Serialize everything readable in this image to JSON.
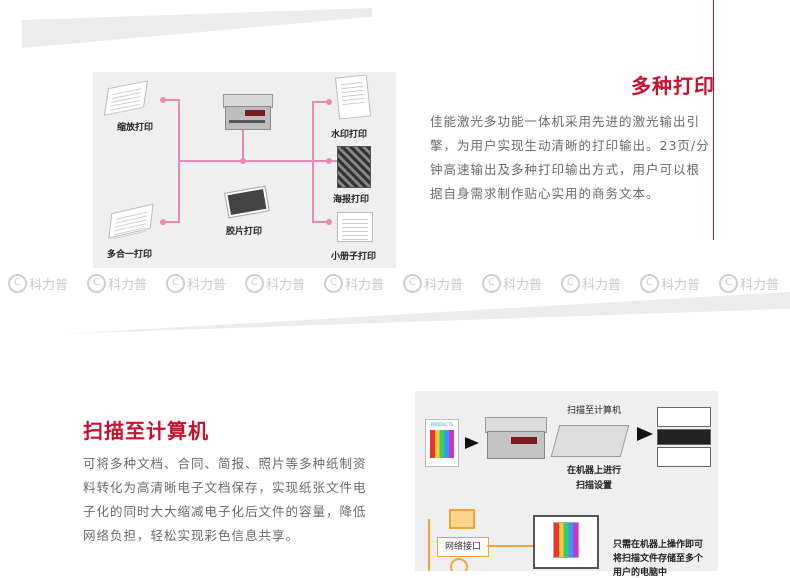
{
  "print_section": {
    "title": "多种打印",
    "description": "佳能激光多功能一体机采用先进的激光输出引擎，为用户实现生动清晰的打印输出。23页/分钟高速输出及多种打印输出方式，用户可以根据自身需求制作贴心实用的商务文本。",
    "diagram_labels": {
      "zoom_print": "缩放打印",
      "multi_up_print": "多合一打印",
      "photo_print": "胶片打印",
      "watermark_print": "水印打印",
      "poster_print": "海报打印",
      "booklet_print": "小册子打印"
    }
  },
  "watermark": {
    "text": "科力普",
    "count": 10
  },
  "scan_section": {
    "title": "扫描至计算机",
    "description": "可将多种文档、合同、简报、照片等多种纸制资料转化为高清晰电子文档保存，实现纸张文件电子化的同时大大缩减电子化后文件的容量，降低网络负担，轻松实现彩色信息共享。",
    "diagram_labels": {
      "scan_to_pc": "扫描至计算机",
      "on_device_line1": "在机器上进行",
      "on_device_line2": "扫描设置",
      "network_port": "网络接口",
      "only_on_device_line1": "只需在机器上操作即可",
      "only_on_device_line2": "将扫描文件存储至多个",
      "only_on_device_line3": "用户的电脑中",
      "products_tag": "PRODUCTS"
    }
  },
  "colors": {
    "accent_red": "#c8102e",
    "connector_pink": "#e889b8",
    "connector_orange": "#f2a33a"
  }
}
